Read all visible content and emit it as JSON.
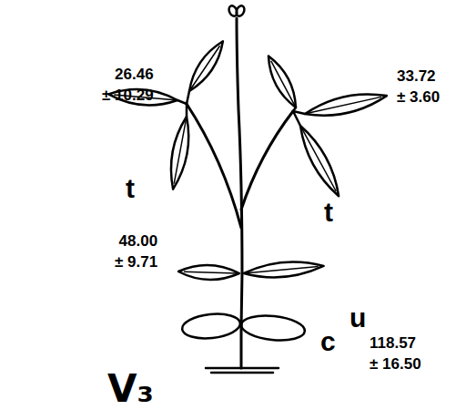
{
  "diagram": {
    "labels": [
      "26.46 ± 10.29",
      "33.72 ± 3.60",
      "48.00 ± 9.71",
      "118.57 ± 16.50",
      "t",
      "t",
      "u",
      "c",
      "V₃"
    ]
  }
}
